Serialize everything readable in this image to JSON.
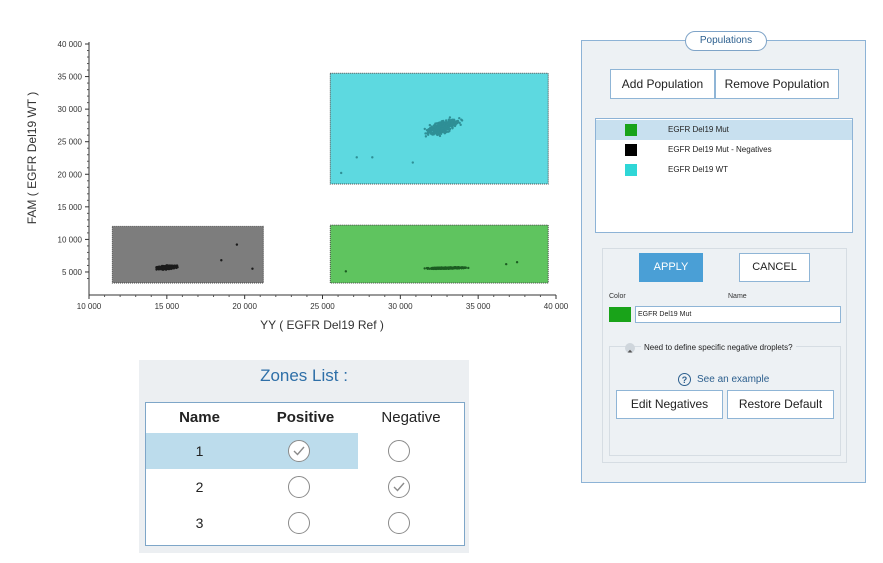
{
  "plot": {
    "x_ticks": [
      "10 000",
      "15 000",
      "20 000",
      "25 000",
      "30 000",
      "35 000",
      "40 000"
    ],
    "y_ticks": [
      "5 000",
      "10 000",
      "15 000",
      "20 000",
      "25 000",
      "30 000",
      "35 000",
      "40 000"
    ],
    "x_label": "YY  ( EGFR Del19 Ref )",
    "y_label": "FAM  ( EGFR Del19 WT )",
    "x_range": [
      10000,
      40000
    ],
    "y_range": [
      3000,
      40000
    ],
    "zones": [
      {
        "id": "1",
        "color": "#5dd9e0",
        "x": [
          25500,
          39500
        ],
        "y": [
          18500,
          35500
        ],
        "cluster_color": "#2f8f96"
      },
      {
        "id": "2",
        "color": "#5fc45f",
        "x": [
          25500,
          39500
        ],
        "y": [
          3300,
          12200
        ],
        "cluster_color": "#1c5c22"
      },
      {
        "id": "3",
        "color": "#7d7d7d",
        "x": [
          11500,
          21200
        ],
        "y": [
          3300,
          12000
        ],
        "cluster_color": "#1b1b1b"
      }
    ]
  },
  "zones_list": {
    "title": "Zones List :",
    "headers": [
      "Name",
      "Positive",
      "Negative"
    ],
    "rows": [
      {
        "name": "1",
        "positive": true,
        "negative": false,
        "selected": true
      },
      {
        "name": "2",
        "positive": false,
        "negative": true,
        "selected": false
      },
      {
        "name": "3",
        "positive": false,
        "negative": false,
        "selected": false
      }
    ]
  },
  "populations": {
    "legend": "Populations",
    "add_label": "Add Population",
    "remove_label": "Remove Population",
    "items": [
      {
        "label": "EGFR Del19 Mut",
        "color": "#19a319",
        "selected": true
      },
      {
        "label": "EGFR Del19 Mut - Negatives",
        "color": "#000000",
        "selected": false
      },
      {
        "label": "EGFR Del19 WT",
        "color": "#2fd6d6",
        "selected": false
      }
    ],
    "apply_label": "APPLY",
    "cancel_label": "CANCEL",
    "color_label": "Color",
    "name_label": "Name",
    "name_value": "EGFR Del19 Mut",
    "negatives_question": "Need to define specific negative droplets?",
    "see_example": "See an example",
    "edit_negatives_label": "Edit Negatives",
    "restore_default_label": "Restore Default"
  }
}
